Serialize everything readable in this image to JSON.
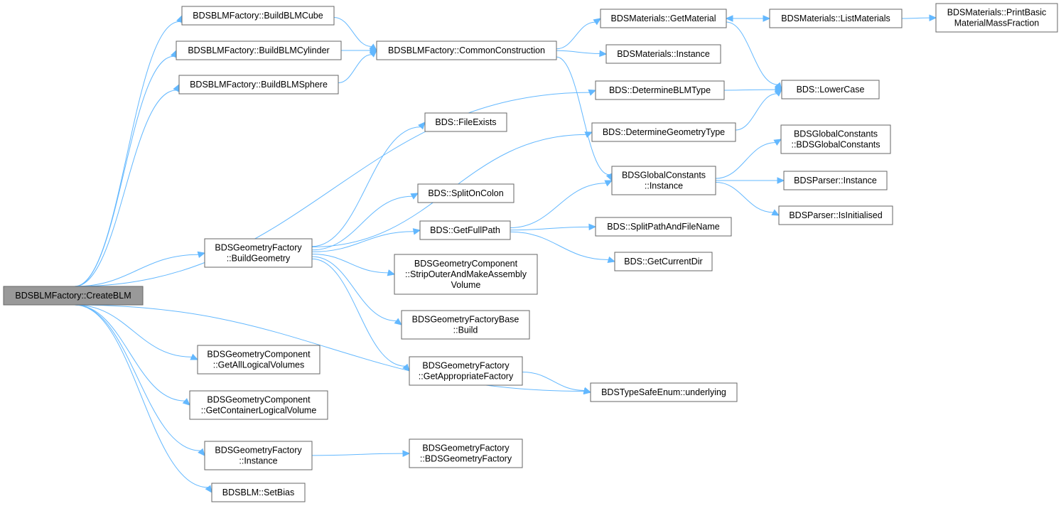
{
  "graph": {
    "nodes": [
      {
        "id": "createblm",
        "lines": [
          "BDSBLMFactory::CreateBLM"
        ],
        "root": true
      },
      {
        "id": "cube",
        "lines": [
          "BDSBLMFactory::BuildBLMCube"
        ]
      },
      {
        "id": "cyl",
        "lines": [
          "BDSBLMFactory::BuildBLMCylinder"
        ]
      },
      {
        "id": "sphere",
        "lines": [
          "BDSBLMFactory::BuildBLMSphere"
        ]
      },
      {
        "id": "common",
        "lines": [
          "BDSBLMFactory::CommonConstruction"
        ]
      },
      {
        "id": "getmat",
        "lines": [
          "BDSMaterials::GetMaterial"
        ]
      },
      {
        "id": "listmat",
        "lines": [
          "BDSMaterials::ListMaterials"
        ]
      },
      {
        "id": "printbasic",
        "lines": [
          "BDSMaterials::PrintBasic",
          "MaterialMassFraction"
        ]
      },
      {
        "id": "matinst",
        "lines": [
          "BDSMaterials::Instance"
        ]
      },
      {
        "id": "detblm",
        "lines": [
          "BDS::DetermineBLMType"
        ]
      },
      {
        "id": "lower",
        "lines": [
          "BDS::LowerCase"
        ]
      },
      {
        "id": "detgeom",
        "lines": [
          "BDS::DetermineGeometryType"
        ]
      },
      {
        "id": "fileexists",
        "lines": [
          "BDS::FileExists"
        ]
      },
      {
        "id": "gcinst",
        "lines": [
          "BDSGlobalConstants",
          "::Instance"
        ]
      },
      {
        "id": "gcctor",
        "lines": [
          "BDSGlobalConstants",
          "::BDSGlobalConstants"
        ]
      },
      {
        "id": "parserinst",
        "lines": [
          "BDSParser::Instance"
        ]
      },
      {
        "id": "parserinit",
        "lines": [
          "BDSParser::IsInitialised"
        ]
      },
      {
        "id": "split",
        "lines": [
          "BDS::SplitOnColon"
        ]
      },
      {
        "id": "fullpath",
        "lines": [
          "BDS::GetFullPath"
        ]
      },
      {
        "id": "splitpath",
        "lines": [
          "BDS::SplitPathAndFileName"
        ]
      },
      {
        "id": "curdir",
        "lines": [
          "BDS::GetCurrentDir"
        ]
      },
      {
        "id": "buildgeom",
        "lines": [
          "BDSGeometryFactory",
          "::BuildGeometry"
        ]
      },
      {
        "id": "strip",
        "lines": [
          "BDSGeometryComponent",
          "::StripOuterAndMakeAssembly",
          "Volume"
        ]
      },
      {
        "id": "fbbuild",
        "lines": [
          "BDSGeometryFactoryBase",
          "::Build"
        ]
      },
      {
        "id": "getapprop",
        "lines": [
          "BDSGeometryFactory",
          "::GetAppropriateFactory"
        ]
      },
      {
        "id": "underlying",
        "lines": [
          "BDSTypeSafeEnum::underlying"
        ]
      },
      {
        "id": "getalllv",
        "lines": [
          "BDSGeometryComponent",
          "::GetAllLogicalVolumes"
        ]
      },
      {
        "id": "getcontlv",
        "lines": [
          "BDSGeometryComponent",
          "::GetContainerLogicalVolume"
        ]
      },
      {
        "id": "gfinst",
        "lines": [
          "BDSGeometryFactory",
          "::Instance"
        ]
      },
      {
        "id": "gfctor",
        "lines": [
          "BDSGeometryFactory",
          "::BDSGeometryFactory"
        ]
      },
      {
        "id": "setbias",
        "lines": [
          "BDSBLM::SetBias"
        ]
      }
    ],
    "edges": [
      {
        "from": "createblm",
        "to": "cube"
      },
      {
        "from": "createblm",
        "to": "cyl"
      },
      {
        "from": "createblm",
        "to": "sphere"
      },
      {
        "from": "createblm",
        "to": "detblm"
      },
      {
        "from": "createblm",
        "to": "buildgeom"
      },
      {
        "from": "createblm",
        "to": "getalllv"
      },
      {
        "from": "createblm",
        "to": "getcontlv"
      },
      {
        "from": "createblm",
        "to": "gfinst"
      },
      {
        "from": "createblm",
        "to": "setbias"
      },
      {
        "from": "createblm",
        "to": "underlying"
      },
      {
        "from": "cube",
        "to": "common"
      },
      {
        "from": "cyl",
        "to": "common"
      },
      {
        "from": "sphere",
        "to": "common"
      },
      {
        "from": "common",
        "to": "getmat"
      },
      {
        "from": "common",
        "to": "matinst"
      },
      {
        "from": "common",
        "to": "gcinst"
      },
      {
        "from": "getmat",
        "to": "listmat"
      },
      {
        "from": "getmat",
        "to": "lower"
      },
      {
        "from": "listmat",
        "to": "getmat"
      },
      {
        "from": "listmat",
        "to": "printbasic"
      },
      {
        "from": "detblm",
        "to": "lower"
      },
      {
        "from": "detgeom",
        "to": "lower"
      },
      {
        "from": "gcinst",
        "to": "gcctor"
      },
      {
        "from": "gcinst",
        "to": "parserinst"
      },
      {
        "from": "gcinst",
        "to": "parserinit"
      },
      {
        "from": "buildgeom",
        "to": "fileexists"
      },
      {
        "from": "buildgeom",
        "to": "detgeom"
      },
      {
        "from": "buildgeom",
        "to": "split"
      },
      {
        "from": "buildgeom",
        "to": "fullpath"
      },
      {
        "from": "buildgeom",
        "to": "strip"
      },
      {
        "from": "buildgeom",
        "to": "fbbuild"
      },
      {
        "from": "buildgeom",
        "to": "getapprop"
      },
      {
        "from": "fullpath",
        "to": "gcinst"
      },
      {
        "from": "fullpath",
        "to": "splitpath"
      },
      {
        "from": "fullpath",
        "to": "curdir"
      },
      {
        "from": "getapprop",
        "to": "underlying"
      },
      {
        "from": "gfinst",
        "to": "gfctor"
      }
    ]
  }
}
